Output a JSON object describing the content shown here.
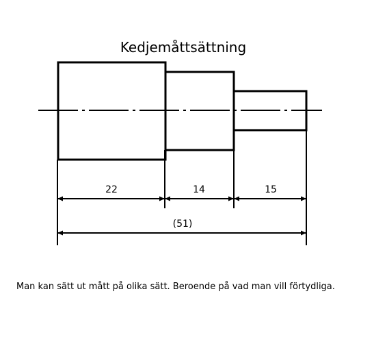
{
  "title": "Kedjemåttsättning",
  "dimensions": {
    "d1": "22",
    "d2": "14",
    "d3": "15",
    "total": "(51)"
  },
  "caption": "Man kan sätt ut mått på olika sätt. Beroende på vad man vill förtydliga.",
  "colors": {
    "line": "#000000",
    "background": "#ffffff"
  }
}
